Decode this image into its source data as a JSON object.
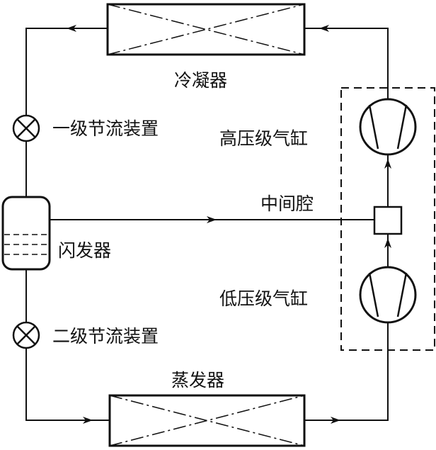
{
  "labels": {
    "condenser": "冷凝器",
    "first_throttle": "一级节流装置",
    "high_pressure_cylinder": "高压级气缸",
    "intermediate_chamber": "中间腔",
    "flash_evaporator": "闪发器",
    "low_pressure_cylinder": "低压级气缸",
    "second_throttle": "二级节流装置",
    "evaporator": "蒸发器"
  },
  "colors": {
    "line": "#111111",
    "background": "#ffffff"
  }
}
